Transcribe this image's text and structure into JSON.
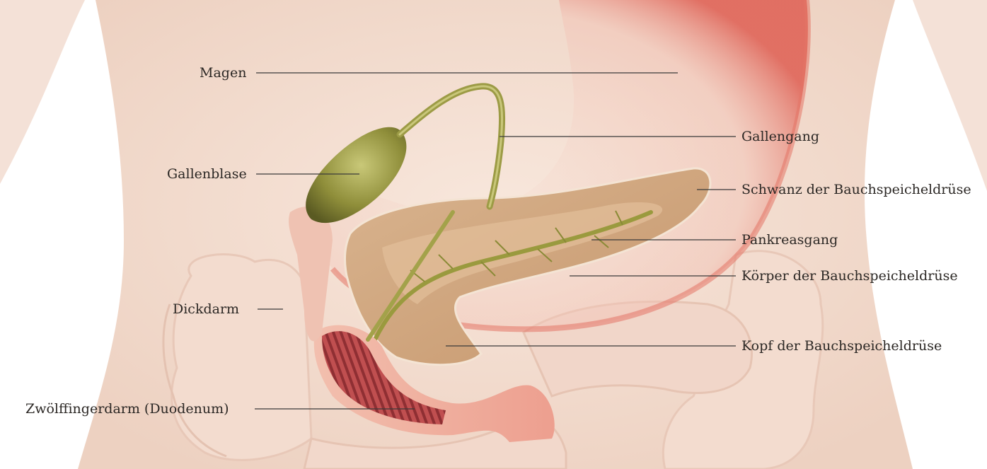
{
  "labels": {
    "magen": "Magen",
    "gallengang": "Gallengang",
    "gallenblase": "Gallenblase",
    "schwanz": "Schwanz der Bauchspeicheldrüse",
    "pankreasgang": "Pankreasgang",
    "koerper": "Körper der Bauchspeicheldrüse",
    "dickdarm": "Dickdarm",
    "kopf": "Kopf der Bauchspeicheldrüse",
    "duodenum": "Zwölffingerdarm (Duodenum)"
  },
  "colors": {
    "skin": "#f6e2d6",
    "skin_shadow": "#efd2c3",
    "colon": "#f1d9cc",
    "stomach_edge": "#e47b6f",
    "gallbladder": "#8c8c3a",
    "pancreas": "#d6ad86",
    "duct": "#a6a646",
    "duodenum_lumen": "#b04a4c",
    "leader_line": "#3a3a3a"
  }
}
